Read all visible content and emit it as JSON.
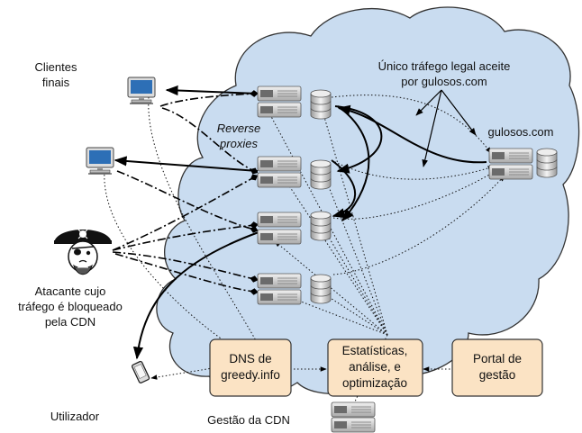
{
  "labels": {
    "clients": [
      "Clientes",
      "finais"
    ],
    "reverse_proxies": [
      "Reverse",
      "proxies"
    ],
    "legal_traffic": [
      "Único tráfego legal aceite",
      "por gulosos.com"
    ],
    "origin": "gulosos.com",
    "attacker": [
      "Atacante cujo",
      "tráfego é bloqueado",
      "pela CDN"
    ],
    "user": "Utilizador",
    "cdn_management": "Gestão da CDN"
  },
  "boxes": {
    "dns": [
      "DNS de",
      "greedy.info"
    ],
    "stats": [
      "Estatísticas,",
      "análise, e",
      "optimização"
    ],
    "portal": [
      "Portal de",
      "gestão"
    ]
  },
  "colors": {
    "cloud_fill": "#c9dcf0",
    "box_fill": "#fbe3c4",
    "server_body": "#d6d6d6"
  },
  "icons": {
    "client": "desktop-computer-icon",
    "user": "mobile-phone-icon",
    "attacker": "pirate-icon",
    "server": "rack-server-icon",
    "database": "database-icon"
  }
}
